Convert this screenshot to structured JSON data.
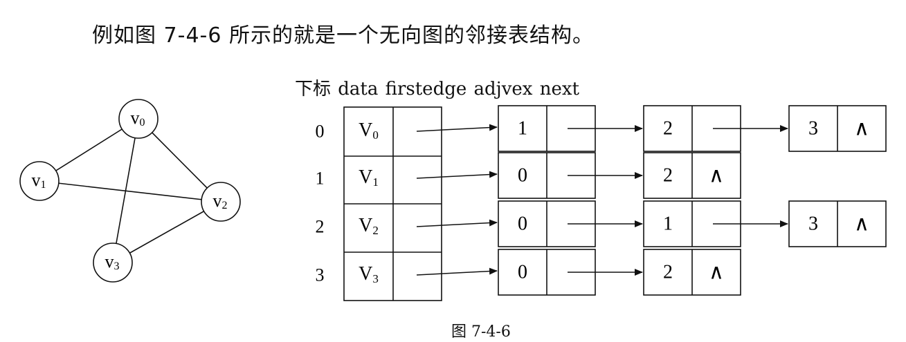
{
  "intro_text": "例如图 7-4-6 所示的就是一个无向图的邻接表结构。",
  "header_text": "下标 data firstedge   adjvex  next",
  "caption": "图 7-4-6",
  "null_symbol": "∧",
  "graph": {
    "vertices": [
      {
        "base": "v",
        "sub": "0"
      },
      {
        "base": "v",
        "sub": "1"
      },
      {
        "base": "v",
        "sub": "2"
      },
      {
        "base": "v",
        "sub": "3"
      }
    ],
    "edges": [
      [
        0,
        1
      ],
      [
        0,
        2
      ],
      [
        0,
        3
      ],
      [
        1,
        2
      ],
      [
        2,
        3
      ]
    ]
  },
  "adjacency_list": [
    {
      "index": "0",
      "base": "V",
      "sub": "0",
      "adj": [
        "1",
        "2",
        "3"
      ]
    },
    {
      "index": "1",
      "base": "V",
      "sub": "1",
      "adj": [
        "0",
        "2"
      ]
    },
    {
      "index": "2",
      "base": "V",
      "sub": "2",
      "adj": [
        "0",
        "1",
        "3"
      ]
    },
    {
      "index": "3",
      "base": "V",
      "sub": "3",
      "adj": [
        "0",
        "2"
      ]
    }
  ]
}
